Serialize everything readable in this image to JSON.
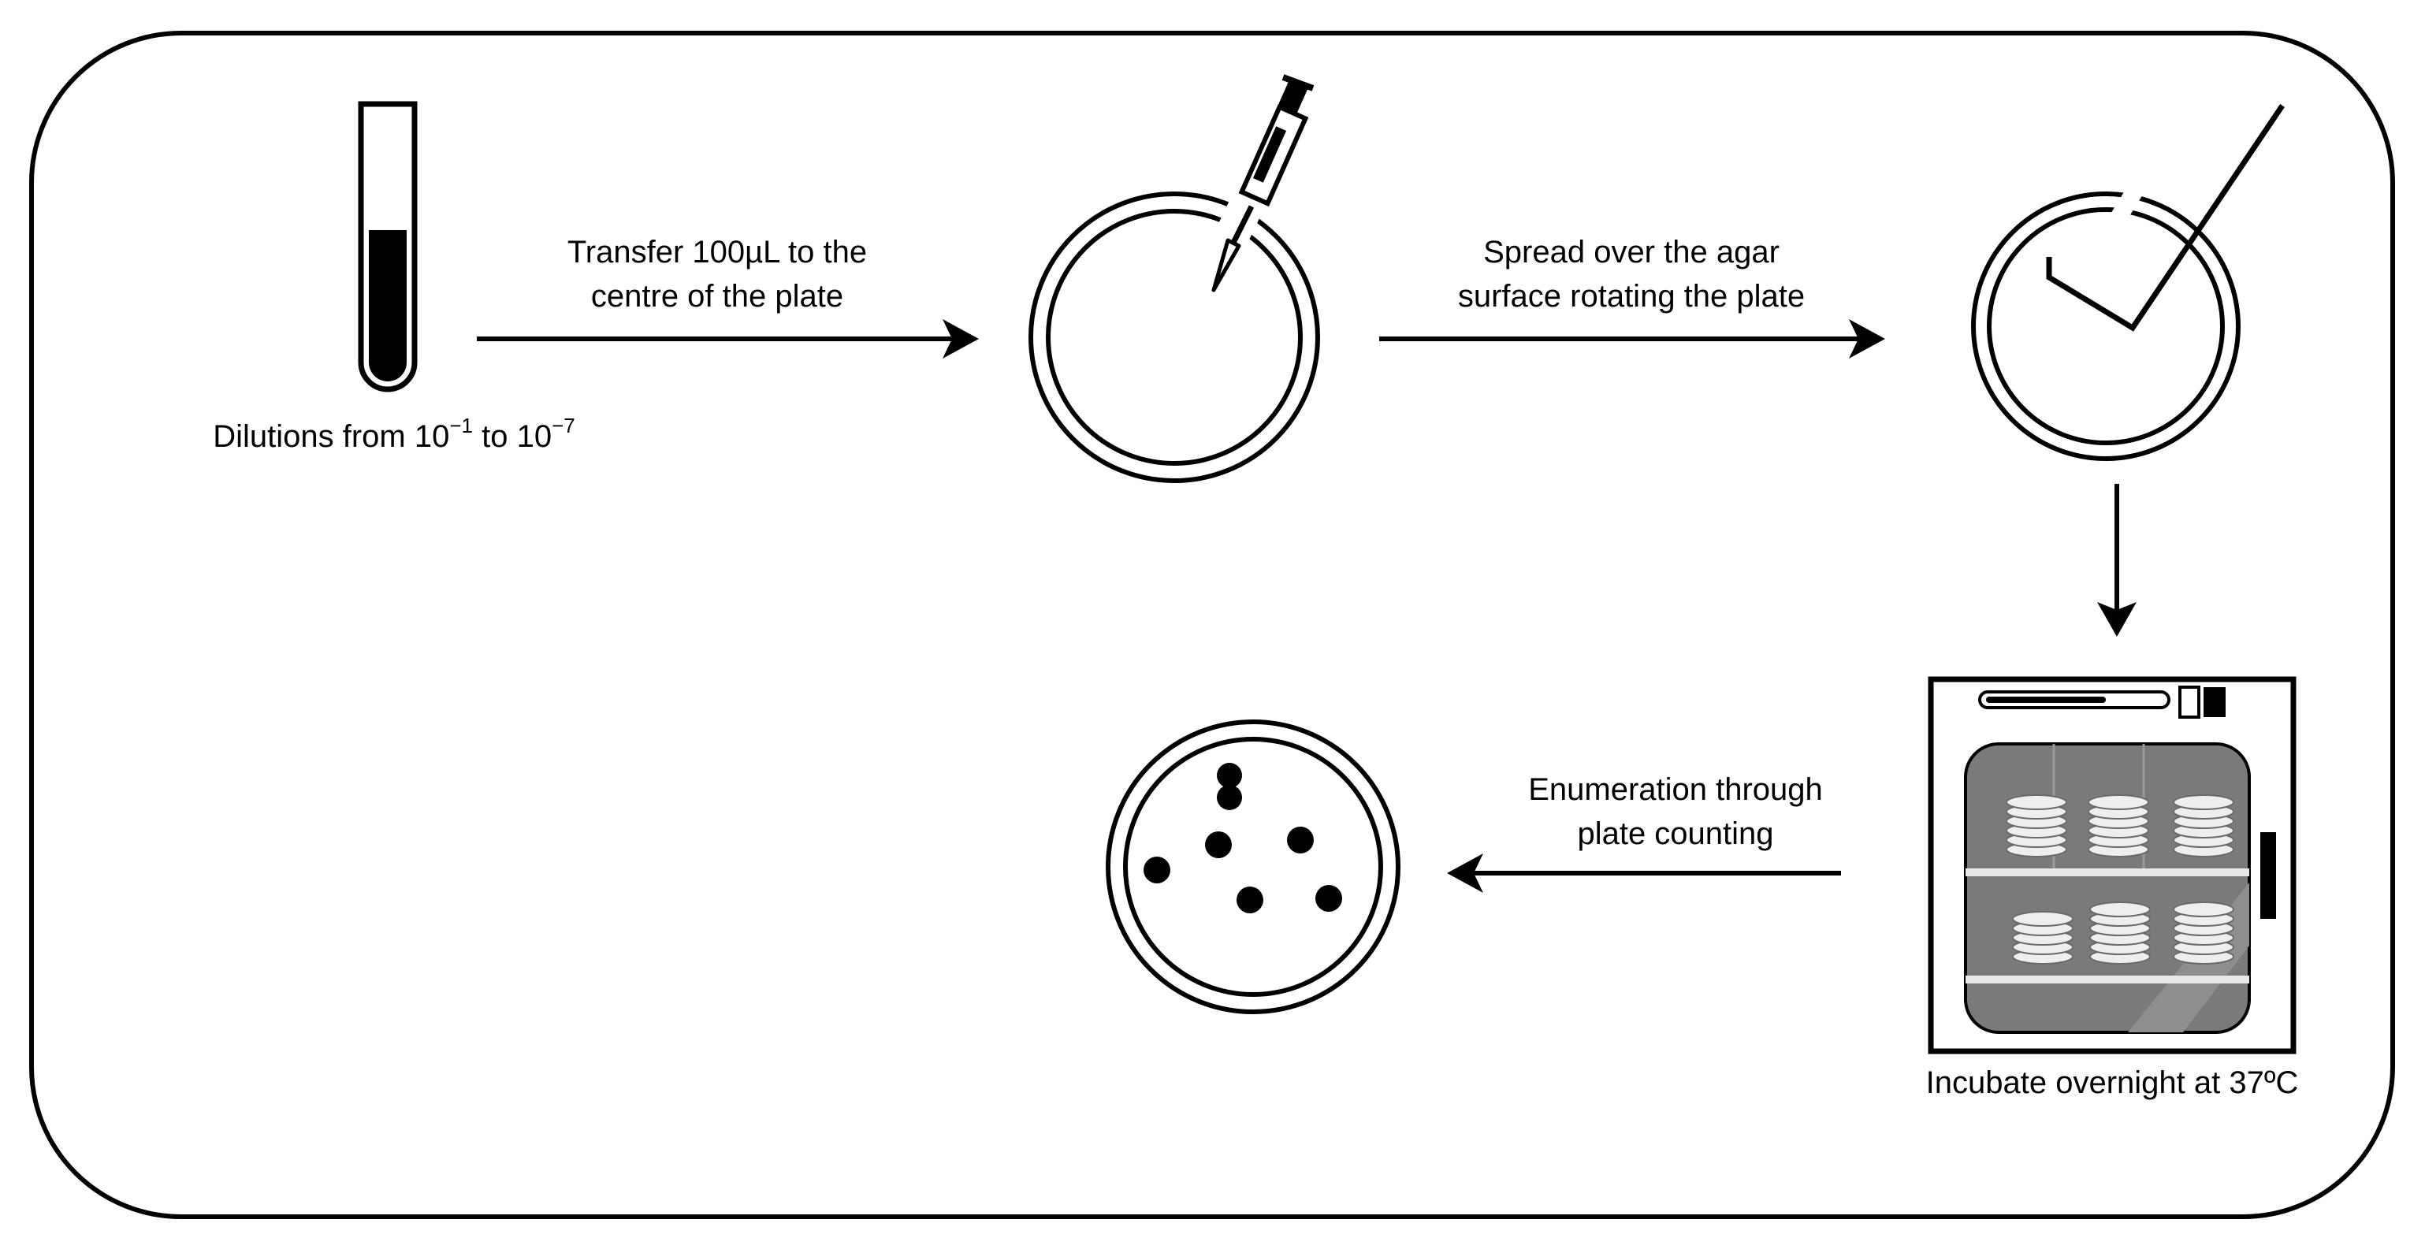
{
  "steps": {
    "tube": {
      "label_prefix": "Dilutions from 10",
      "exp1": "−1",
      "label_mid": "to 10",
      "exp2": "−7"
    },
    "transfer": {
      "line1": "Transfer 100µL to the",
      "line2": "centre of the plate"
    },
    "spread": {
      "line1": "Spread over the agar",
      "line2": "surface rotating the plate"
    },
    "incubate": {
      "label": "Incubate overnight at 37ºC"
    },
    "enumerate": {
      "line1": "Enumeration through",
      "line2": "plate counting"
    }
  },
  "colors": {
    "ink": "#000000",
    "incubator_glass": "#7a7a7a",
    "incubator_shelf": "#e8e8e8",
    "plate_stack": "#eeeeee"
  }
}
